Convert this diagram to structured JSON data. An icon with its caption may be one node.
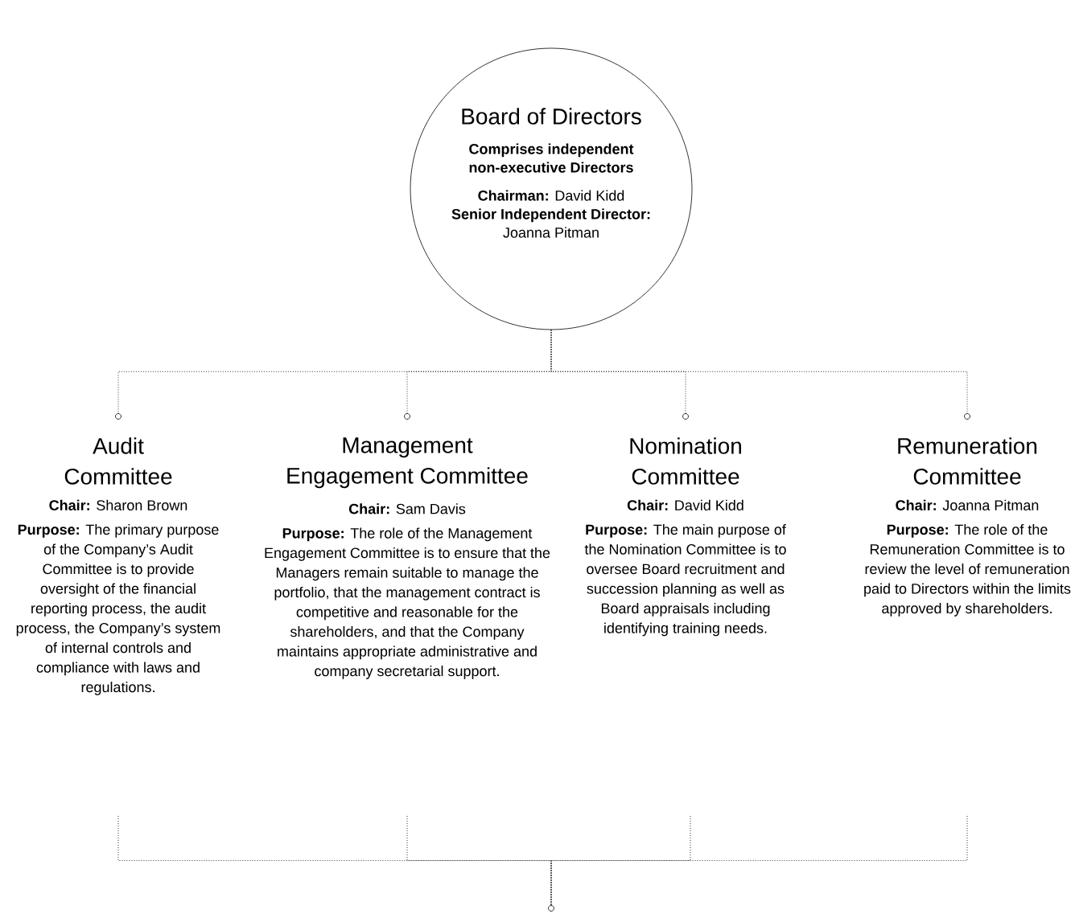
{
  "diagram": {
    "nodes": [
      {
        "text": [
          "Board of Directors",
          "Comprises independent non-executive Directors",
          "**Chairman:** David Kidd",
          "**Senior Independent Director:** Joanna Pitman"
        ]
      },
      {
        "text": [
          "Audit Committee",
          "**Chair:** Sharon Brown",
          "**Purpose:** The primary purpose of the Company’s Audit Committee is to provide oversight of the financial reporting process, the audit process, the Company’s system of internal controls and compliance with laws and regulations."
        ]
      },
      {
        "text": [
          "Management Engagement Committee",
          "**Chair:** Sam Davis",
          "**Purpose:** The role of the Management Engagement Committee is to ensure that the Managers remain suitable to manage the portfolio, that the management contract is competitive and reasonable for the shareholders, and that the Company maintains appropriate administrative and company secretarial support."
        ]
      },
      {
        "text": [
          "Nomination Committee",
          "**Chair:** David Kidd",
          "**Purpose:** The main purpose of the Nomination Committee is to oversee Board recruitment and succession planning as well as Board appraisals including identifying training needs."
        ]
      },
      {
        "text": [
          "Remuneration Committee",
          "**Chair:** Joanna Pitman",
          "**Purpose:** The role of the Remuneration Committee is to review the level of remuneration paid to Directors within the limits approved by shareholders."
        ]
      },
      {
        "text": [],
        "shape": "circle"
      },
      {
        "text": [],
        "shape": "circle"
      },
      {
        "text": [],
        "shape": "circle"
      },
      {
        "text": [],
        "shape": "circle"
      },
      {
        "text": [],
        "shape": "circle"
      }
    ],
    "edges": [
      {
        "from": 0,
        "to": 5,
        "arrow": "none"
      },
      {
        "from": 0,
        "to": 6,
        "arrow": "none"
      },
      {
        "from": 0,
        "to": 7,
        "arrow": "none"
      },
      {
        "from": 0,
        "to": 8,
        "arrow": "none"
      },
      {
        "from": null,
        "to": 9,
        "arrow": "none"
      },
      {
        "from": null,
        "to": 9,
        "arrow": "none"
      },
      {
        "from": null,
        "to": 9,
        "arrow": "none"
      },
      {
        "from": null,
        "to": 9,
        "arrow": "none"
      }
    ]
  }
}
